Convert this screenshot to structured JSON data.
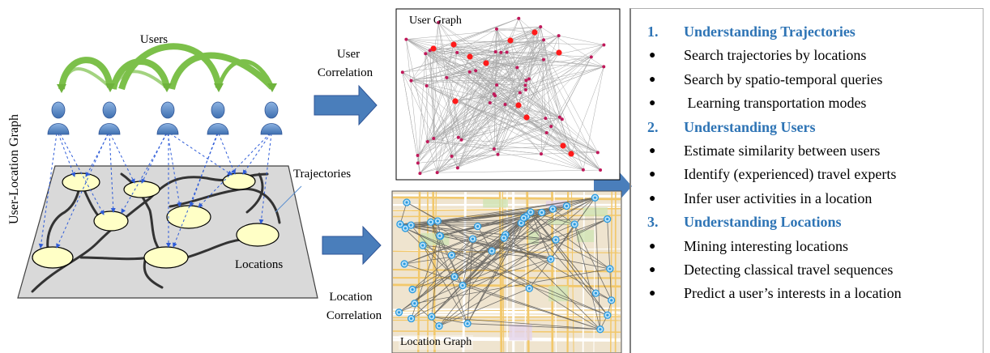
{
  "labels": {
    "users": "Users",
    "user_location_graph": "User-Location Graph",
    "trajectories": "Trajectories",
    "locations": "Locations",
    "user_correlation_line1": "User",
    "user_correlation_line2": "Correlation",
    "location_correlation_line1": "Location",
    "location_correlation_line2": "Correlation",
    "user_graph": "User Graph",
    "location_graph": "Location Graph"
  },
  "outline": [
    {
      "type": "heading",
      "num": "1.",
      "text": "Understanding Trajectories"
    },
    {
      "type": "item",
      "text": "Search trajectories by locations"
    },
    {
      "type": "item",
      "text": "Search by spatio-temporal queries"
    },
    {
      "type": "item",
      "text": " Learning transportation modes"
    },
    {
      "type": "heading",
      "num": "2.",
      "text": "Understanding Users"
    },
    {
      "type": "item",
      "text": "Estimate similarity between users"
    },
    {
      "type": "item",
      "text": "Identify (experienced) travel experts"
    },
    {
      "type": "item",
      "text": "Infer user activities in a location"
    },
    {
      "type": "heading",
      "num": "3.",
      "text": "Understanding Locations"
    },
    {
      "type": "item",
      "text": "Mining interesting locations"
    },
    {
      "type": "item",
      "text": "Detecting classical travel sequences"
    },
    {
      "type": "item",
      "text": "Predict a user’s interests in a location"
    }
  ],
  "colors": {
    "arrow_green": "#7cc04a",
    "user_icon": "#4f81bd",
    "location_fill": "#ffffc6",
    "plane_fill": "#d9d9d9",
    "big_arrow": "#4a7ebb",
    "heading": "#2e74b5",
    "user_graph_node": "#c0185a",
    "user_graph_hub": "#ff1a1a",
    "map_node": "#2b9be0"
  }
}
